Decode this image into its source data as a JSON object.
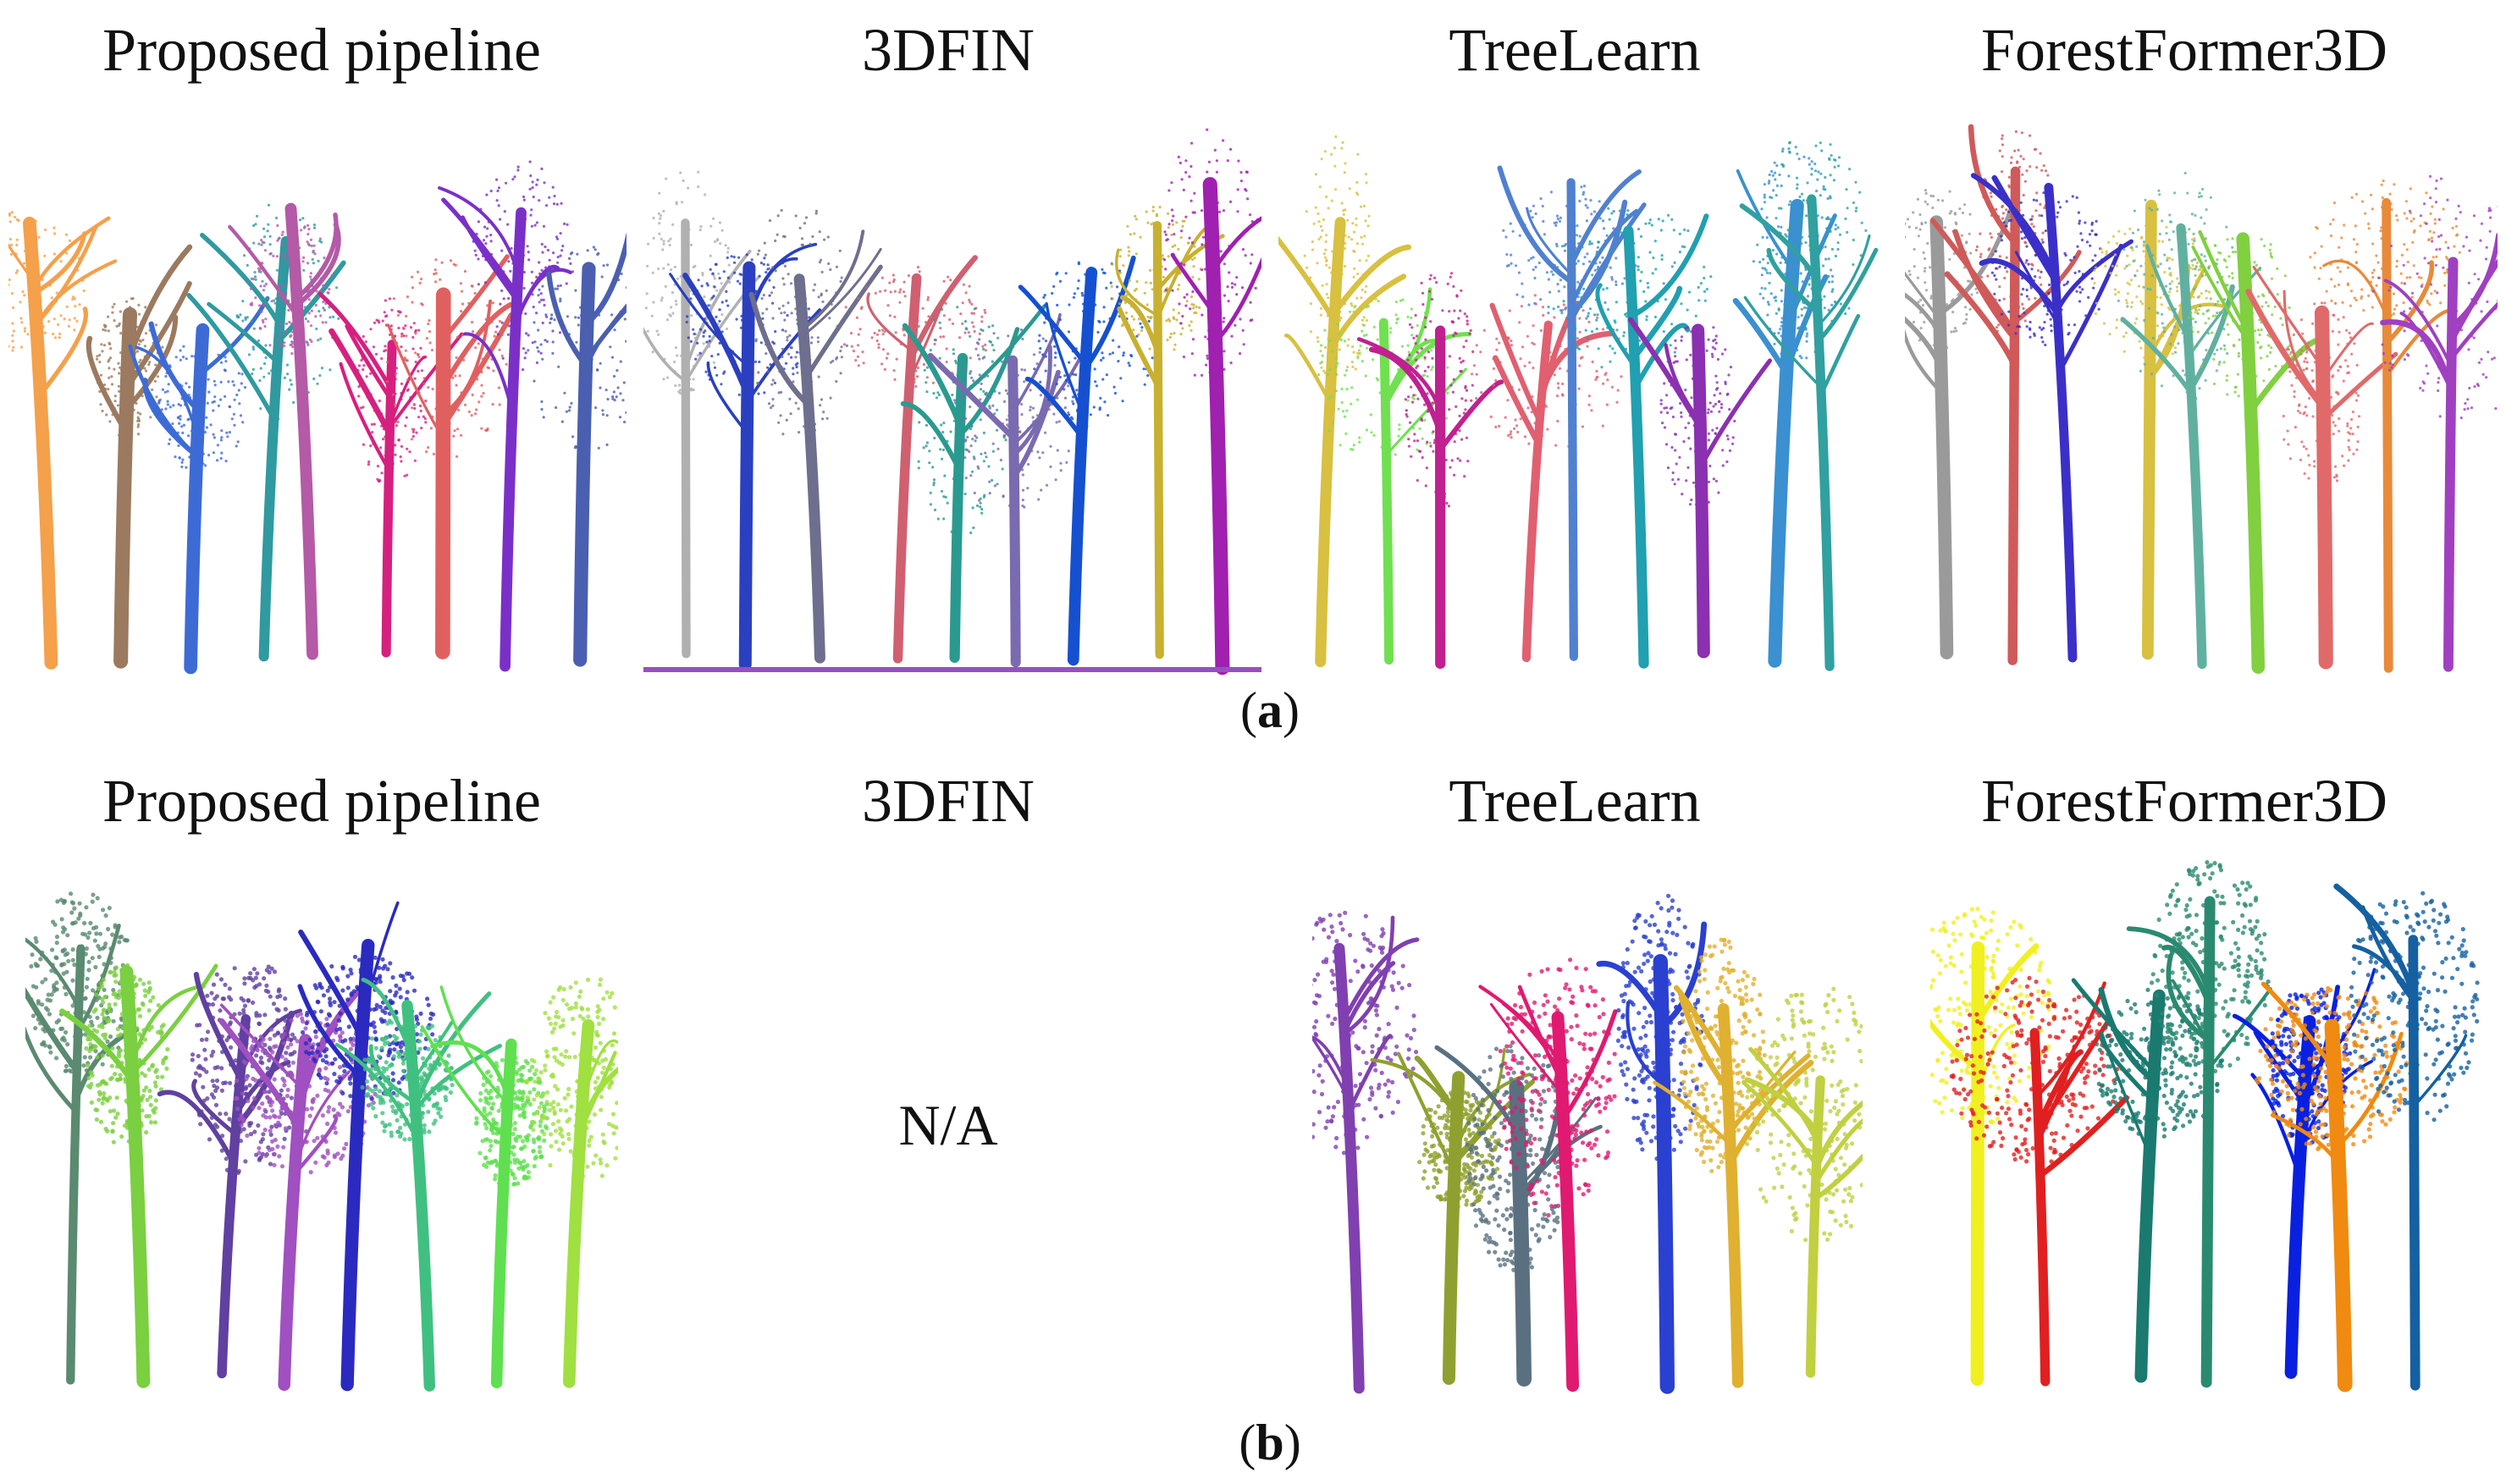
{
  "rows": [
    {
      "id": "a",
      "caption": {
        "open": "(",
        "letter": "a",
        "close": ")"
      },
      "titles": [
        "Proposed pipeline",
        "3DFIN",
        "TreeLearn",
        "ForestFormer3D"
      ]
    },
    {
      "id": "b",
      "caption": {
        "open": "(",
        "letter": "b",
        "close": ")"
      },
      "titles": [
        "Proposed pipeline",
        "3DFIN",
        "TreeLearn",
        "ForestFormer3D"
      ],
      "na_text": "N/A"
    }
  ],
  "palettes": {
    "a1": [
      "#f5a04a",
      "#9b7a5f",
      "#3d6bd6",
      "#2f9aa0",
      "#b45aa6",
      "#d6207f",
      "#e06060",
      "#7a30c8",
      "#4a5fb0",
      "#2aa0b8"
    ],
    "a2": [
      "#b0b0b0",
      "#2a40c0",
      "#6e6e8e",
      "#d06070",
      "#2a9a90",
      "#7a6ab0",
      "#1550d0",
      "#c8b030",
      "#a020b0",
      "#c040c0"
    ],
    "a3": [
      "#d8c040",
      "#70e050",
      "#c02090",
      "#e06070",
      "#5080d0",
      "#20a0b0",
      "#8a30b0",
      "#3a90d0",
      "#30a0a0",
      "#c03aa0"
    ],
    "a4": [
      "#9a9a9a",
      "#d05a5a",
      "#3a30c8",
      "#d8c040",
      "#60b0a0",
      "#80d040",
      "#e06a6a",
      "#e88a3a",
      "#a040c0",
      "#c04080"
    ],
    "b1": [
      "#5a8a70",
      "#7ad040",
      "#6040a0",
      "#a050c0",
      "#2a2ac0",
      "#40c080",
      "#60e050",
      "#a0e040",
      "#b0f060",
      "#702080"
    ],
    "b3": [
      "#8040b0",
      "#90a030",
      "#5a7080",
      "#e01a70",
      "#2a40d0",
      "#e0b030",
      "#c0d040",
      "#4080c0",
      "#60a040",
      "#909090"
    ],
    "b4": [
      "#f0f020",
      "#e02020",
      "#1a7a70",
      "#2a8a70",
      "#0a20e0",
      "#f08a10",
      "#1560a0",
      "#40d040",
      "#20a0a0",
      "#3030c0"
    ]
  }
}
